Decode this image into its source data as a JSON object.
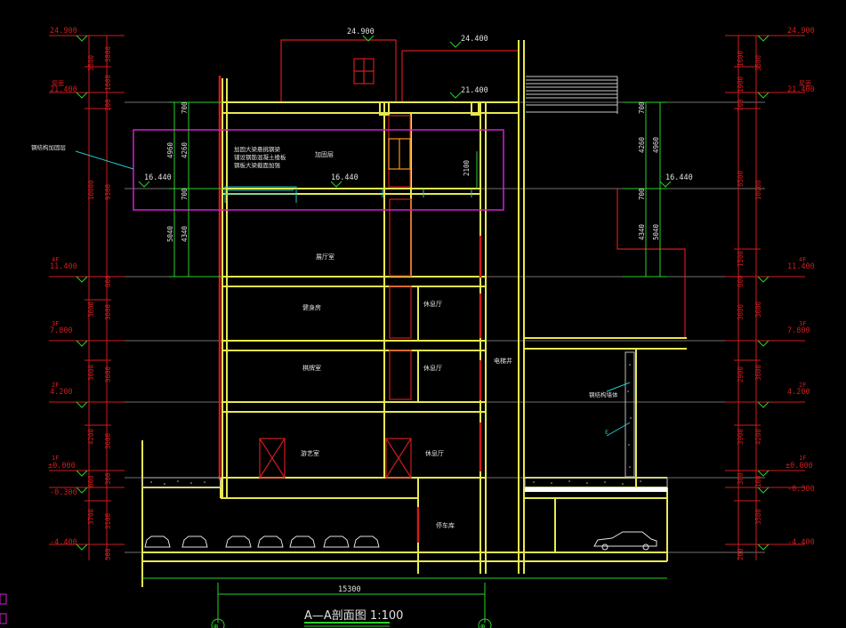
{
  "section": {
    "title": "A—A剖面图 1:100",
    "overall_width": "15300",
    "grid_marker": "⊕"
  },
  "levels": [
    {
      "id": "roof_top",
      "left": "24.900",
      "right": "24.900"
    },
    {
      "id": "roof",
      "left": "21.400",
      "right": "21.400",
      "tag": "屋面"
    },
    {
      "id": "f4",
      "left": "11.400",
      "right": "11.400",
      "tag": "4F"
    },
    {
      "id": "f3",
      "left": "7.800",
      "right": "7.800",
      "tag": "3F"
    },
    {
      "id": "f2",
      "left": "4.200",
      "right": "4.200",
      "tag": "2F"
    },
    {
      "id": "f1",
      "left": "±0.000",
      "right": "±0.000",
      "tag": "1F"
    },
    {
      "id": "ground",
      "left": "-0.300",
      "right": "-0.300"
    },
    {
      "id": "basement",
      "left": "-4.400",
      "right": "-4.400"
    }
  ],
  "roof_marks": [
    "24.900",
    "24.400",
    "21.400"
  ],
  "mezzanine": {
    "left": "16.440",
    "center": "16.440",
    "right": "16.440"
  },
  "left_dims": {
    "outer": [
      "3500",
      "10000",
      "3600",
      "3600",
      "4200",
      "3700"
    ],
    "inner": [
      "3800",
      "1600",
      "9300",
      "3600",
      "3600",
      "3600",
      "3100"
    ],
    "small": [
      "700",
      "600",
      "300",
      "600",
      "500"
    ]
  },
  "right_dims": {
    "outer": [
      "3500",
      "10000",
      "3600",
      "3600",
      "4200",
      "3500"
    ],
    "inner": [
      "1600",
      "1900",
      "8500",
      "1500",
      "3600",
      "2900",
      "3900"
    ],
    "small": [
      "700",
      "600",
      "300",
      "100",
      "200"
    ]
  },
  "section_dims": {
    "upper": [
      "4960",
      "4260",
      "700"
    ],
    "lower": [
      "5040",
      "4340"
    ],
    "door": "2100"
  },
  "rooms": {
    "room_mezz": "加固层",
    "room_4f": "展厅室",
    "room_3f_a": "健身房",
    "room_3f_b": "休息厅",
    "room_2f_a": "棋牌室",
    "room_2f_b": "休息厅",
    "room_1f_a": "游艺室",
    "room_1f_b": "休息厅",
    "room_b1": "停车库",
    "shaft": "电梯井"
  },
  "notes": {
    "callout_left": "钢结构加固层",
    "mezz_note_1": "加固大梁悬挑钢梁",
    "mezz_note_2": "铺设钢筋混凝土楼板",
    "mezz_note_3": "钢板大梁截面加强",
    "callout_right": "钢结构墙体",
    "callout_E": "E"
  },
  "colors": {
    "background": "#000000",
    "structure": "#e8e850",
    "dimension": "#d01c1c",
    "green": "#2bd12b",
    "highlight": "#d020d0",
    "cyan": "#22c8c8",
    "white": "#ffffff"
  }
}
